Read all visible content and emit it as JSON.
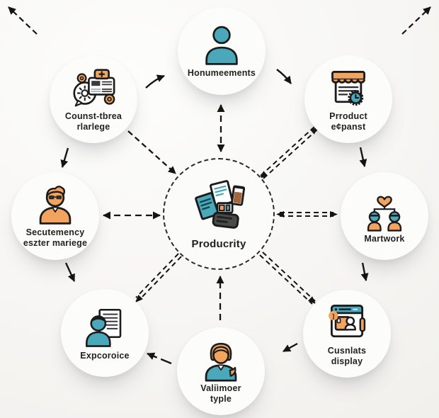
{
  "diagram": {
    "title": "",
    "style": {
      "teal": "#4BA8BA",
      "orange": "#F2A45F",
      "outline": "#1B1B1B",
      "label_color": "#222222",
      "node_fill": "#FCFCFB",
      "background": "#F6F5F3",
      "connector_color": "#141414"
    },
    "center": {
      "id": "center",
      "label": "Producrity",
      "icon": "documents-stack-icon"
    },
    "nodes": [
      {
        "id": "top-center",
        "label": "Honumeements",
        "icon": "person-icon"
      },
      {
        "id": "top-left",
        "label": "Counst-tbrea\nrlarlege",
        "icon": "chat-gear-card-icon"
      },
      {
        "id": "top-right",
        "label": "Prroduct\ne¢panst",
        "icon": "storefront-clock-icon"
      },
      {
        "id": "left",
        "label": "Secutemency\neszter mariege",
        "icon": "person-glasses-icon"
      },
      {
        "id": "right",
        "label": "Martwork",
        "icon": "team-heart-icon"
      },
      {
        "id": "bottom-left",
        "label": "Expcoroice",
        "icon": "person-document-icon"
      },
      {
        "id": "bottom-center",
        "label": "Valiìmoer\ntyple",
        "icon": "person-wave-icon"
      },
      {
        "id": "bottom-right",
        "label": "Cusnlats\ndisplay",
        "icon": "browser-package-icon"
      }
    ],
    "connectors": [
      {
        "from": "top-left",
        "to": "center",
        "line": "dashed-single",
        "arrows": "to"
      },
      {
        "from": "center",
        "to": "top-center",
        "line": "dashed-single",
        "arrows": "both"
      },
      {
        "from": "center",
        "to": "top-right",
        "line": "dashed-double",
        "arrows": "both"
      },
      {
        "from": "center",
        "to": "left",
        "line": "dashed-single",
        "arrows": "both"
      },
      {
        "from": "center",
        "to": "right",
        "line": "dashed-double",
        "arrows": "both"
      },
      {
        "from": "center",
        "to": "bottom-left",
        "line": "dashed-double",
        "arrows": "to"
      },
      {
        "from": "bottom-center",
        "to": "center",
        "line": "dashed-single",
        "arrows": "to"
      },
      {
        "from": "center",
        "to": "bottom-right",
        "line": "dashed-double",
        "arrows": "to"
      },
      {
        "from": "top-left",
        "to": "top-center",
        "line": "solid",
        "arrows": "to"
      },
      {
        "from": "top-center",
        "to": "top-right",
        "line": "solid",
        "arrows": "to"
      },
      {
        "from": "top-left",
        "to": "left",
        "line": "solid",
        "arrows": "to"
      },
      {
        "from": "top-right",
        "to": "right",
        "line": "solid",
        "arrows": "to"
      },
      {
        "from": "left",
        "to": "bottom-left",
        "line": "solid",
        "arrows": "to"
      },
      {
        "from": "right",
        "to": "bottom-right",
        "line": "solid",
        "arrows": "to"
      },
      {
        "from": "bottom-center",
        "to": "bottom-left",
        "line": "dashed-single",
        "arrows": "to"
      },
      {
        "from": "bottom-right",
        "to": "bottom-center",
        "line": "solid",
        "arrows": "to"
      }
    ]
  }
}
